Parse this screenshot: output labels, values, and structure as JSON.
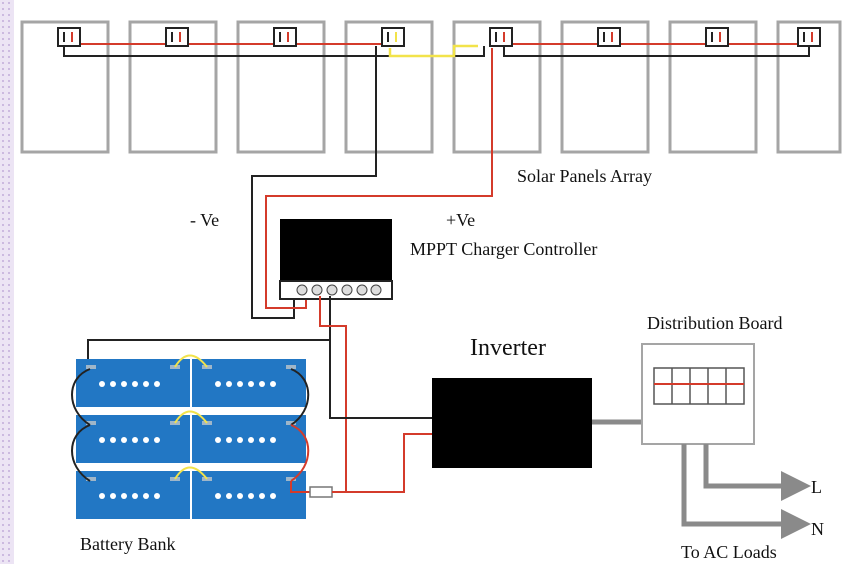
{
  "diagram": {
    "labels": {
      "solar_array": "Solar Panels Array",
      "negative": "- Ve",
      "positive": "+Ve",
      "mppt": "MPPT Charger Controller",
      "distribution_board": "Distribution Board",
      "inverter": "Inverter",
      "live": "L",
      "neutral": "N",
      "battery_bank": "Battery Bank",
      "ac_loads": "To AC Loads"
    },
    "solar_panel_count": 8,
    "battery_count": 6,
    "battery_cells_per_unit": 6,
    "breaker_count": 5,
    "colors": {
      "positive_wire": "#d43b2b",
      "negative_wire": "#222222",
      "jumper_wire": "#f2e34a",
      "battery": "#2277c4",
      "device": "#000000",
      "ac_wire": "#8a8a8a"
    }
  }
}
